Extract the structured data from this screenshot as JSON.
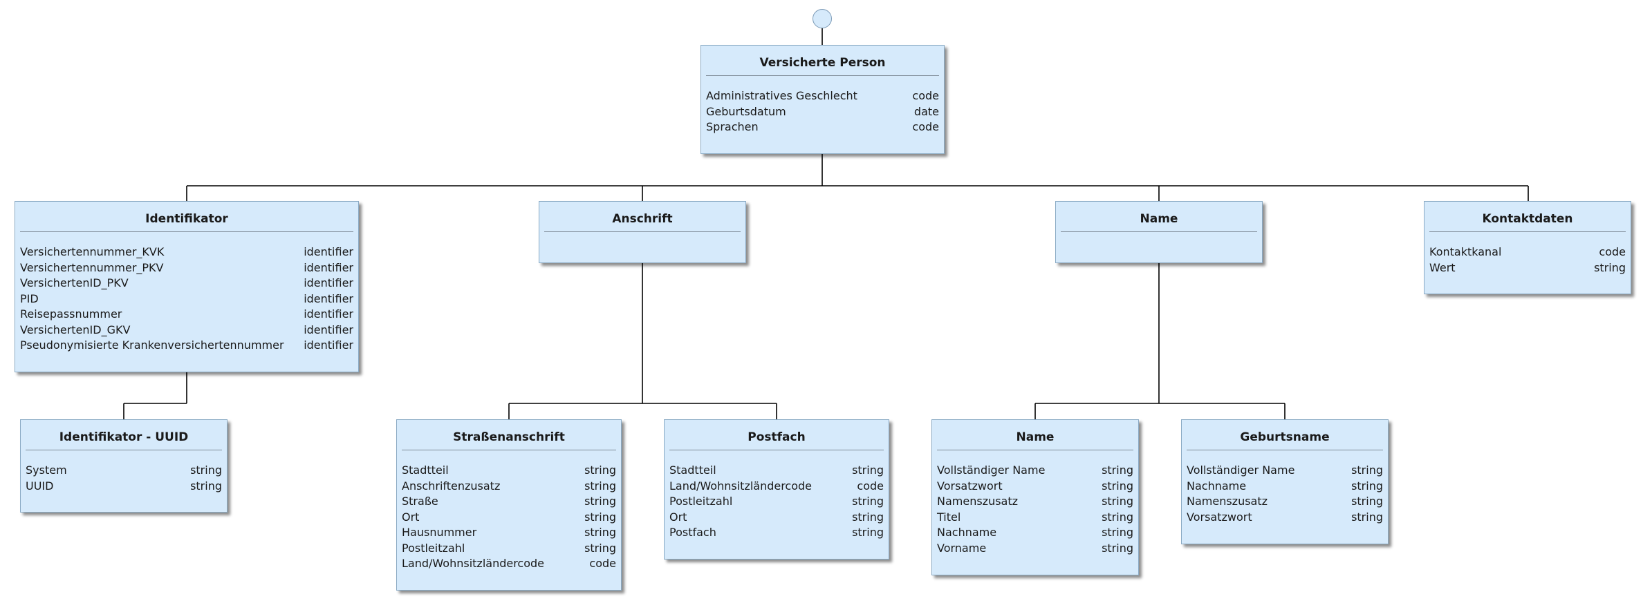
{
  "nodes": {
    "versicherte_person": {
      "title": "Versicherte Person",
      "attributes": [
        {
          "name": "Administratives Geschlecht",
          "type": "code"
        },
        {
          "name": "Geburtsdatum",
          "type": "date"
        },
        {
          "name": "Sprachen",
          "type": "code"
        }
      ]
    },
    "identifikator": {
      "title": "Identifikator",
      "attributes": [
        {
          "name": "Versichertennummer_KVK",
          "type": "identifier"
        },
        {
          "name": "Versichertennummer_PKV",
          "type": "identifier"
        },
        {
          "name": "VersichertenID_PKV",
          "type": "identifier"
        },
        {
          "name": "PID",
          "type": "identifier"
        },
        {
          "name": "Reisepassnummer",
          "type": "identifier"
        },
        {
          "name": "VersichertenID_GKV",
          "type": "identifier"
        },
        {
          "name": "Pseudonymisierte Krankenversichertennummer",
          "type": "identifier"
        }
      ]
    },
    "anschrift": {
      "title": "Anschrift",
      "attributes": []
    },
    "name": {
      "title": "Name",
      "attributes": []
    },
    "kontaktdaten": {
      "title": "Kontaktdaten",
      "attributes": [
        {
          "name": "Kontaktkanal",
          "type": "code"
        },
        {
          "name": "Wert",
          "type": "string"
        }
      ]
    },
    "identifikator_uuid": {
      "title": "Identifikator - UUID",
      "attributes": [
        {
          "name": "System",
          "type": "string"
        },
        {
          "name": "UUID",
          "type": "string"
        }
      ]
    },
    "strassenanschrift": {
      "title": "Straßenanschrift",
      "attributes": [
        {
          "name": "Stadtteil",
          "type": "string"
        },
        {
          "name": "Anschriftenzusatz",
          "type": "string"
        },
        {
          "name": "Straße",
          "type": "string"
        },
        {
          "name": "Ort",
          "type": "string"
        },
        {
          "name": "Hausnummer",
          "type": "string"
        },
        {
          "name": "Postleitzahl",
          "type": "string"
        },
        {
          "name": "Land/Wohnsitzländercode",
          "type": "code"
        }
      ]
    },
    "postfach": {
      "title": "Postfach",
      "attributes": [
        {
          "name": "Stadtteil",
          "type": "string"
        },
        {
          "name": "Land/Wohnsitzländercode",
          "type": "code"
        },
        {
          "name": "Postleitzahl",
          "type": "string"
        },
        {
          "name": "Ort",
          "type": "string"
        },
        {
          "name": "Postfach",
          "type": "string"
        }
      ]
    },
    "name_child": {
      "title": "Name",
      "attributes": [
        {
          "name": "Vollständiger Name",
          "type": "string"
        },
        {
          "name": "Vorsatzwort",
          "type": "string"
        },
        {
          "name": "Namenszusatz",
          "type": "string"
        },
        {
          "name": "Titel",
          "type": "string"
        },
        {
          "name": "Nachname",
          "type": "string"
        },
        {
          "name": "Vorname",
          "type": "string"
        }
      ]
    },
    "geburtsname": {
      "title": "Geburtsname",
      "attributes": [
        {
          "name": "Vollständiger Name",
          "type": "string"
        },
        {
          "name": "Nachname",
          "type": "string"
        },
        {
          "name": "Namenszusatz",
          "type": "string"
        },
        {
          "name": "Vorsatzwort",
          "type": "string"
        }
      ]
    }
  }
}
